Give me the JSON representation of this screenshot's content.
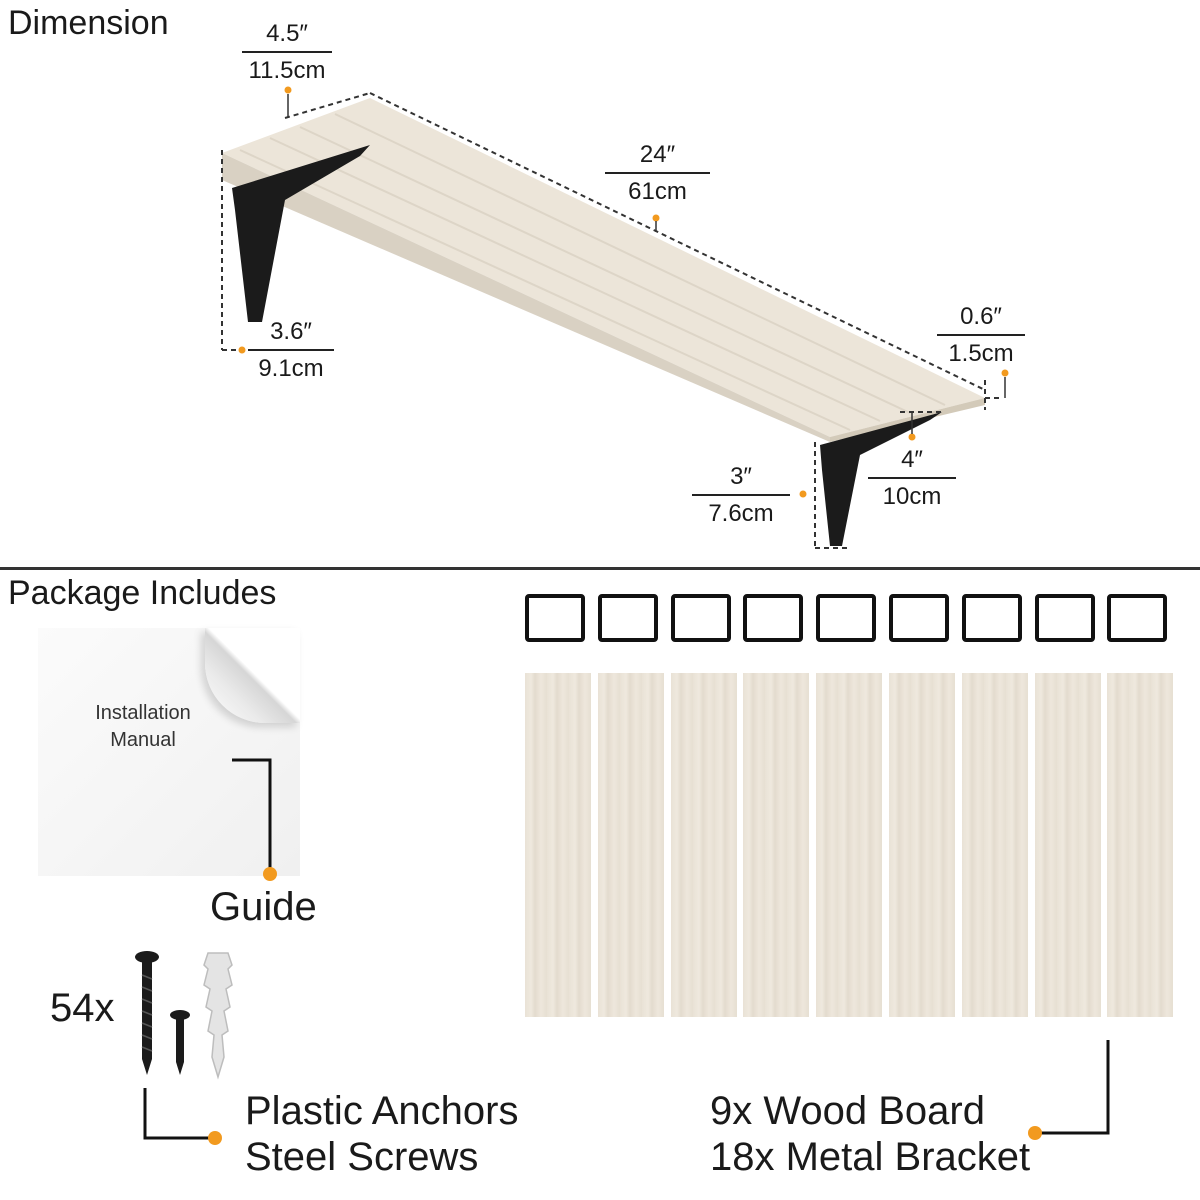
{
  "dimension": {
    "title": "Dimension",
    "depth": {
      "in": "4.5″",
      "cm": "11.5cm"
    },
    "length": {
      "in": "24″",
      "cm": "61cm"
    },
    "thickness": {
      "in": "0.6″",
      "cm": "1.5cm"
    },
    "bracket_height": {
      "in": "3.6″",
      "cm": "9.1cm"
    },
    "bracket_arm": {
      "in": "4″",
      "cm": "10cm"
    },
    "bracket_drop": {
      "in": "3″",
      "cm": "7.6cm"
    }
  },
  "package": {
    "title": "Package Includes",
    "manual_text": {
      "line1": "Installation",
      "line2": "Manual"
    },
    "guide_label": "Guide",
    "screws_count": "54x",
    "screws_label": {
      "line1": "Plastic Anchors",
      "line2": "Steel Screws"
    },
    "boards_label": {
      "line1": "9x Wood Board",
      "line2": "18x Metal Bracket"
    },
    "board_count": 9,
    "bracket_count": 9
  },
  "colors": {
    "accent": "#f29a1f",
    "wood": "#ebe4d8",
    "metal": "#1b1b1b"
  }
}
